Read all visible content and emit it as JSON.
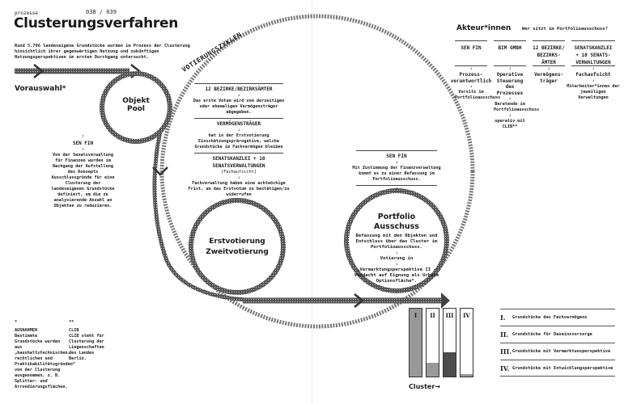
{
  "header": {
    "section": "prozesse",
    "pages": "038 / 039",
    "title": "Clusterungsverfahren",
    "intro": "Rund 5.706 landeseigene Grundstücke wurden im Prozess der Clusterung hinsichtlich ihrer gegenwärtigen Nutzung und zukünftigen Nutzungsperspektiven im ersten Durchgang untersucht."
  },
  "diagram": {
    "vorauswahl": "Vorauswahl*",
    "objekt_pool": "Objekt Pool",
    "votierungszyklen": "VOTIERUNGSZYKLEN",
    "senfin_left": {
      "title": "SEN FIN",
      "text": "Von der Senatsverwaltung für Finanzen wurden im Nachgang der Aufstellung des Konzepts Ausschlussgründe für eine Clusterung der landeseigenen Grundstücke definiert, um die zu analysierende Anzahl an Objekten zu reduzieren."
    },
    "steps": [
      {
        "title": "12 BEZIRKE/BEZIRKSÄMTER",
        "text": "Das erste Votum wird vom derzeitigen oder ehemaligen Vermögensträger abgegeben."
      },
      {
        "title": "VERMÖGENSTRÄGER",
        "text": "hat in der Erstvotierung Einschätzungsprärogative, welche Grundstücke im Fachvermögen bleiben"
      },
      {
        "title": "SENATSKANZLEI + 10 SENATSVERWALTUNGEN",
        "sub": "[Fachaufsicht]",
        "text": "Fachverwaltung haben eine achtwöchige Frist, um das Erstvotum zu bestätigen/zu widerrufen"
      }
    ],
    "votierung": "Erstvotierung Zweitvotierung",
    "senfin_right": {
      "title": "SEN FIN",
      "text": "Mit Zustimmung der Finanzverwaltung kommt es zu einer Befassung im Portfolioausschuss."
    },
    "portfolio": {
      "title": "Portfolio Ausschuss",
      "text": "Befassung mit den Objekten und Entschluss über das Cluster im Portfolioausschuss.",
      "votierung": "Votierung in",
      "quote": "„Vermarktungsperspektive II - Verdacht auf Eignung als Urbane Optionsfläche“."
    },
    "arrow": "↓",
    "arrow_up": "↑"
  },
  "akteure": {
    "title": "Akteur*innen",
    "question": "Wer sitzt im Portfolioausschuss?",
    "columns": [
      {
        "head": "SEN FIN",
        "role": "Prozess-verantwortlich",
        "notes": [
          "Vorsitz im Portfolioausschuss"
        ]
      },
      {
        "head": "BIM GMBH",
        "role": "Operative Steuerung des Prozesses",
        "notes": [
          "Beratende im Portfolioausschuss",
          "operativ mit CLIB**"
        ]
      },
      {
        "head": "12 BEZIRKE/ BEZIRKS-ÄMTER",
        "role": "Vermögens-träger",
        "notes": []
      },
      {
        "head": "SENATSKANZLEI + 10 SENATS-VERWALTUNGEN",
        "role": "Fachaufsicht",
        "notes": [
          "Mitarbeiter*innen der jeweiligen Verwaltungen"
        ]
      }
    ]
  },
  "footnotes": [
    {
      "mark": "*",
      "title": "AUSNAHMEN",
      "text": "Bestimmte Grundstücke wurden aus „haushaltstechnischen, rechtlichen und Praktikabilitätsgründen“ von der Clusterung ausgenommen, z. B. Splitter- und Arrondierungsflächen."
    },
    {
      "mark": "**",
      "title": "CLIB",
      "text": "CLIB steht für Clusterung der Liegenschaften des Landes Berlin."
    }
  ],
  "clusters": {
    "label": "Cluster→",
    "bars": [
      {
        "id": "I",
        "fill": 1.0
      },
      {
        "id": "II",
        "fill": 0.2
      },
      {
        "id": "III",
        "fill": 0.36
      },
      {
        "id": "IV",
        "fill": 0.03
      }
    ],
    "legend": [
      {
        "num": "I.",
        "text": "Grundstücke des Fachvermögens"
      },
      {
        "num": "II.",
        "text": "Grundstücke für Daseinsvorsorge"
      },
      {
        "num": "III.",
        "text": "Grundstücke mit Vermarktunsperspektive"
      },
      {
        "num": "IV.",
        "text": "Grundstücke mit Entwicklungsperspektive"
      }
    ]
  }
}
